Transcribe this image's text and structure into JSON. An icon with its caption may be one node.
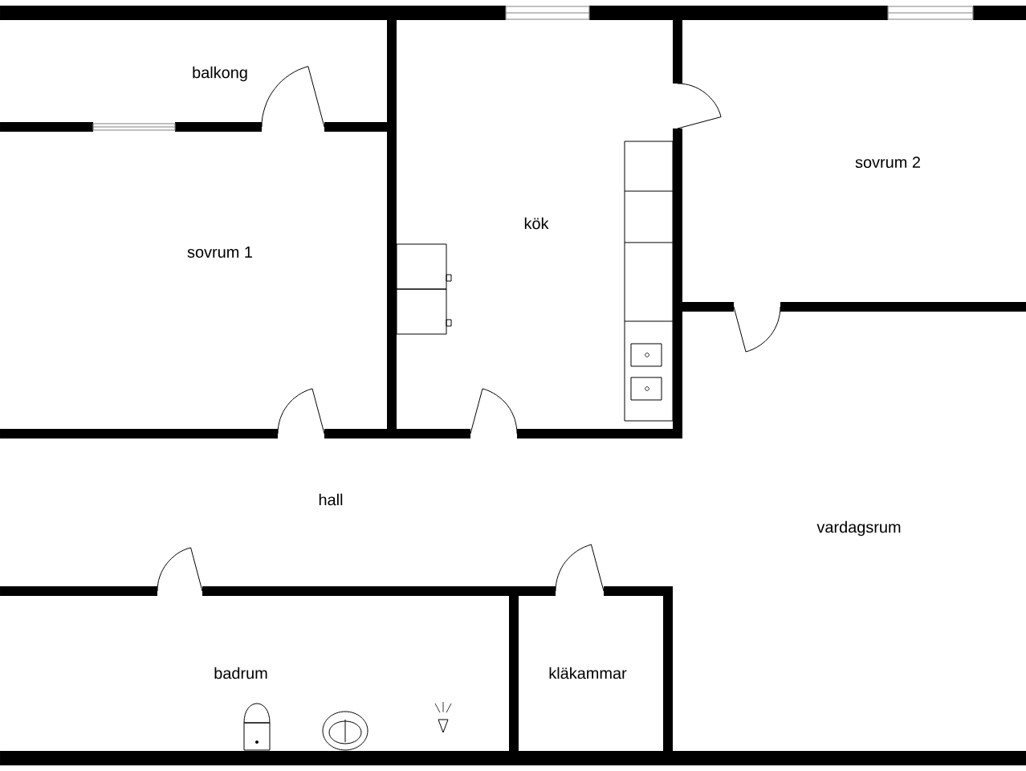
{
  "diagram": {
    "labels": [
      "balkong",
      "kök",
      "sovrum 2",
      "sovrum 1",
      "hall",
      "vardagsrum",
      "badrum",
      "kläkammar"
    ]
  }
}
